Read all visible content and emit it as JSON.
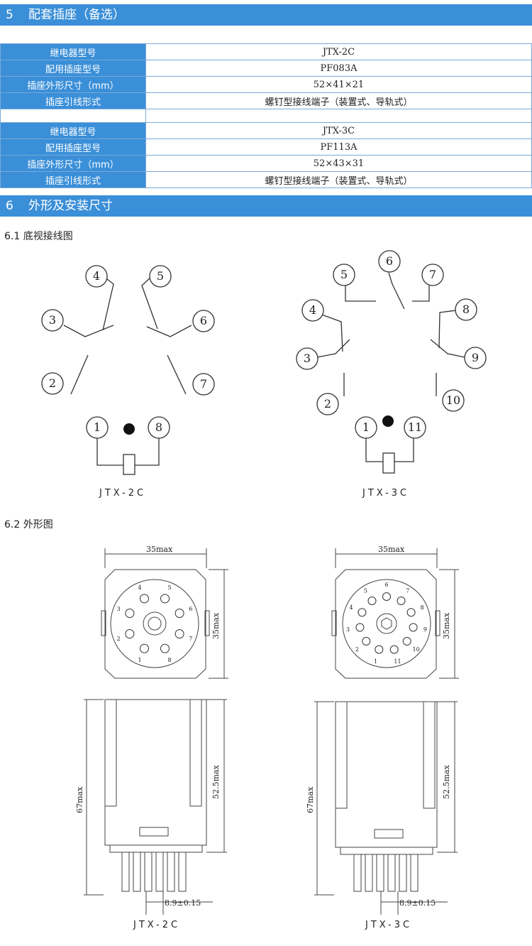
{
  "section5": {
    "number": "5",
    "title": "配套插座（备选）"
  },
  "socket_tables": [
    {
      "rows": [
        {
          "label": "继电器型号",
          "value": "JTX-2C"
        },
        {
          "label": "配用插座型号",
          "value": "PF083A"
        },
        {
          "label": "插座外形尺寸（mm）",
          "value": "52×41×21"
        },
        {
          "label": "插座引线形式",
          "value": "螺钉型接线端子（装置式、导轨式）"
        }
      ]
    },
    {
      "rows": [
        {
          "label": "继电器型号",
          "value": "JTX-3C"
        },
        {
          "label": "配用插座型号",
          "value": "PF113A"
        },
        {
          "label": "插座外形尺寸（mm）",
          "value": "52×43×31"
        },
        {
          "label": "插座引线形式",
          "value": "螺钉型接线端子（装置式、导轨式）"
        }
      ]
    }
  ],
  "section6": {
    "number": "6",
    "title": "外形及安装尺寸"
  },
  "sub61": {
    "title": "6.1 底视接线图"
  },
  "sub62": {
    "title": "6.2  外形图"
  },
  "wiring": {
    "jtx2c": {
      "caption": "JTX-2C",
      "pins": [
        "1",
        "2",
        "3",
        "4",
        "5",
        "6",
        "7",
        "8"
      ]
    },
    "jtx3c": {
      "caption": "JTX-3C",
      "pins": [
        "1",
        "2",
        "3",
        "4",
        "5",
        "6",
        "7",
        "8",
        "9",
        "10",
        "11"
      ]
    }
  },
  "outline": {
    "jtx2c": {
      "caption": "JTX-2C",
      "width_label": "35max",
      "depth_label": "35max",
      "height_label": "67max",
      "body_label": "52.5max",
      "pin_label": "8.9±0.15",
      "socket_pins": [
        "1",
        "2",
        "3",
        "4",
        "5",
        "6",
        "7",
        "8"
      ]
    },
    "jtx3c": {
      "caption": "JTX-3C",
      "width_label": "35max",
      "depth_label": "35max",
      "height_label": "67max",
      "body_label": "52.5max",
      "pin_label": "8.9±0.15",
      "socket_pins": [
        "1",
        "2",
        "3",
        "4",
        "5",
        "6",
        "7",
        "8",
        "9",
        "10",
        "11"
      ]
    }
  }
}
